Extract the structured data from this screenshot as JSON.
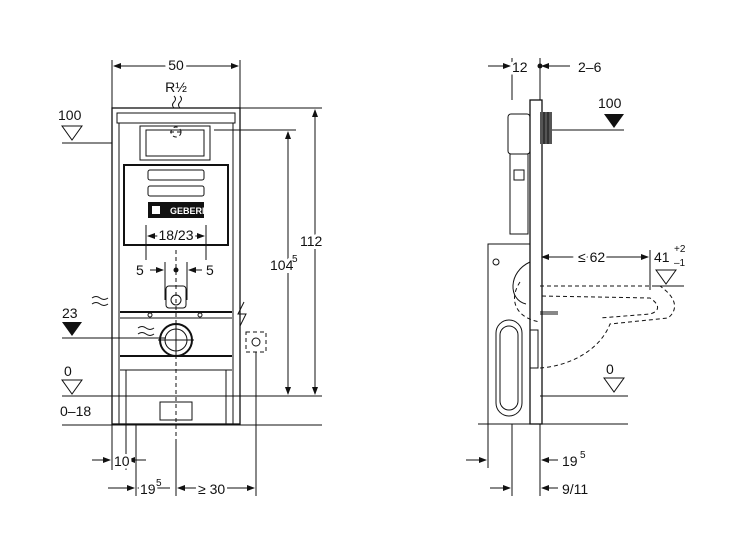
{
  "front_view": {
    "width": "50",
    "thread": "R½",
    "level_top": "100",
    "level_mid": "23",
    "level_zero": "0",
    "floor_range": "0–18",
    "height_total": "112",
    "height_frame_base": "104",
    "height_frame_sup": "5",
    "pipe_spacing": "18/23",
    "left_offset": "5",
    "right_offset": "5",
    "foot_width": "10",
    "left_axis_base": "19",
    "left_axis_sup": "5",
    "side_clearance": "≥ 30",
    "brand": "GEBERIT"
  },
  "side_view": {
    "frame_depth": "12",
    "adjust": "2–6",
    "level_top": "100",
    "projection": "≤ 62",
    "seat_height": "41",
    "seat_tol_plus": "+2",
    "seat_tol_minus": "–1",
    "level_zero": "0",
    "bottom_depth_base": "19",
    "bottom_depth_sup": "5",
    "wall_depth": "9/11"
  }
}
